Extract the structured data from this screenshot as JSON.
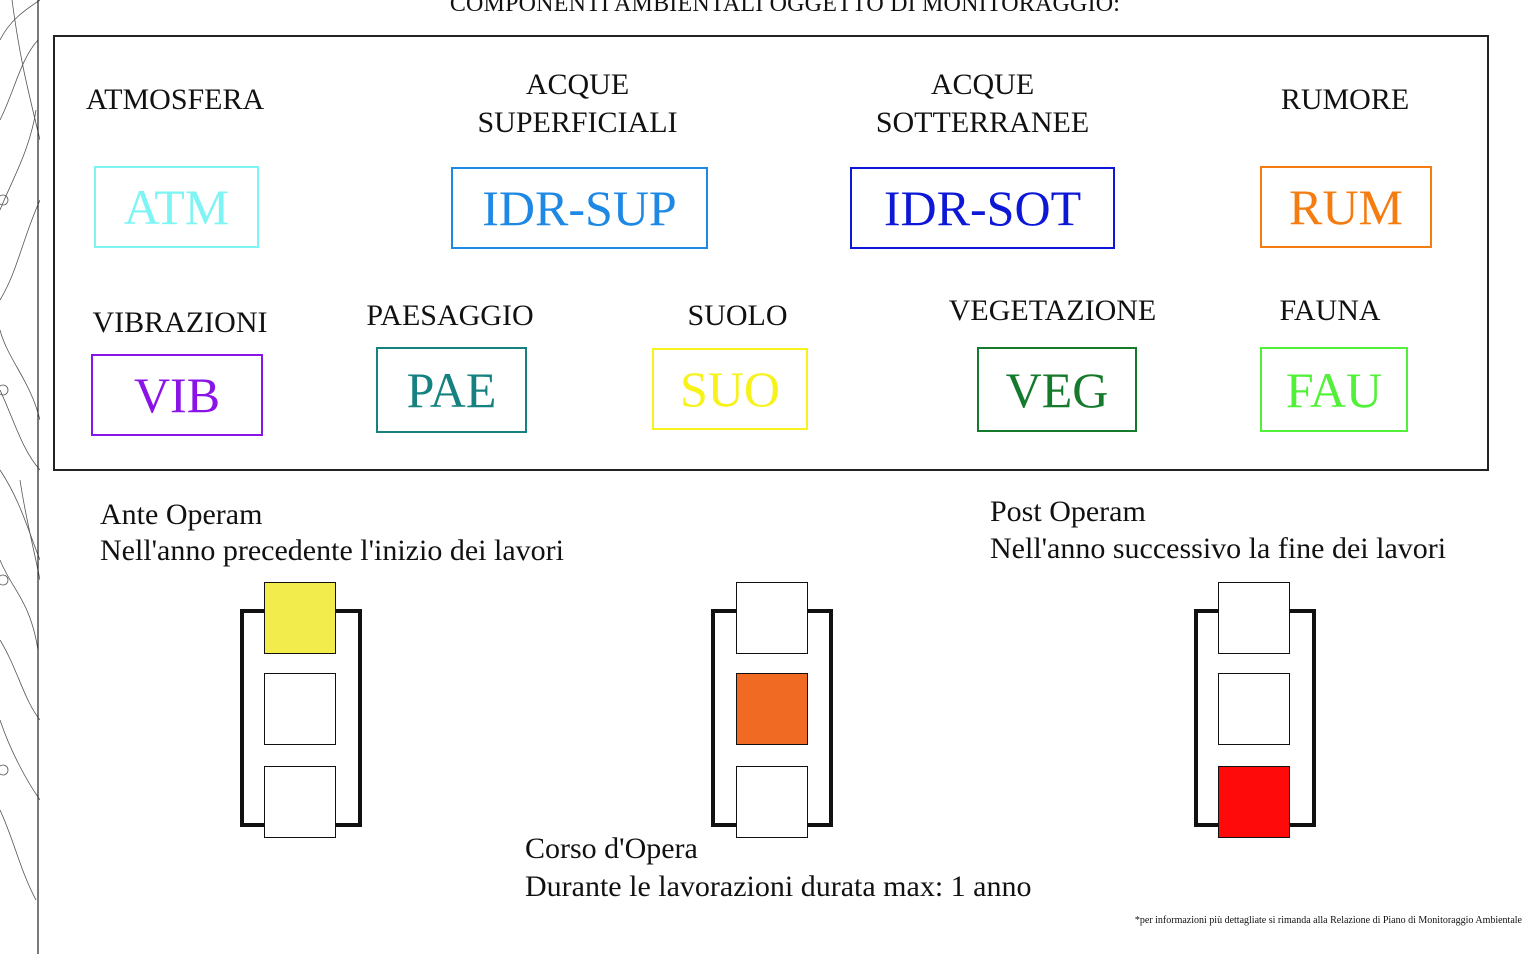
{
  "title": "COMPONENTI AMBIENTALI OGGETTO DI MONITORAGGIO:",
  "components": [
    {
      "label": "ATMOSFERA",
      "code": "ATM",
      "color": "#7ff4f4"
    },
    {
      "label_line1": "ACQUE",
      "label_line2": "SUPERFICIALI",
      "code": "IDR-SUP",
      "color": "#1e88e5"
    },
    {
      "label_line1": "ACQUE",
      "label_line2": "SOTTERRANEE",
      "code": "IDR-SOT",
      "color": "#0d17d6"
    },
    {
      "label": "RUMORE",
      "code": "RUM",
      "color": "#f57c10"
    },
    {
      "label": "VIBRAZIONI",
      "code": "VIB",
      "color": "#8a14e8"
    },
    {
      "label": "PAESAGGIO",
      "code": "PAE",
      "color": "#16827f"
    },
    {
      "label": "SUOLO",
      "code": "SUO",
      "color": "#f6f21a"
    },
    {
      "label": "VEGETAZIONE",
      "code": "VEG",
      "color": "#157a2c"
    },
    {
      "label": "FAUNA",
      "code": "FAU",
      "color": "#53f03a"
    }
  ],
  "phases": {
    "ante": {
      "name": "Ante Operam",
      "description": "Nell'anno precedente l'inizio dei lavori",
      "active_slot": "top",
      "color": "#f2ec4d"
    },
    "corso": {
      "name": "Corso d'Opera",
      "description": "Durante le lavorazioni durata max: 1 anno",
      "active_slot": "middle",
      "color": "#f06a24"
    },
    "post": {
      "name": "Post Operam",
      "description": "Nell'anno successivo la fine dei lavori",
      "active_slot": "bottom",
      "color": "#ff0a0a"
    }
  },
  "footnote": "*per informazioni più dettagliate si rimanda alla Relazione di Piano di Monitoraggio Ambientale"
}
